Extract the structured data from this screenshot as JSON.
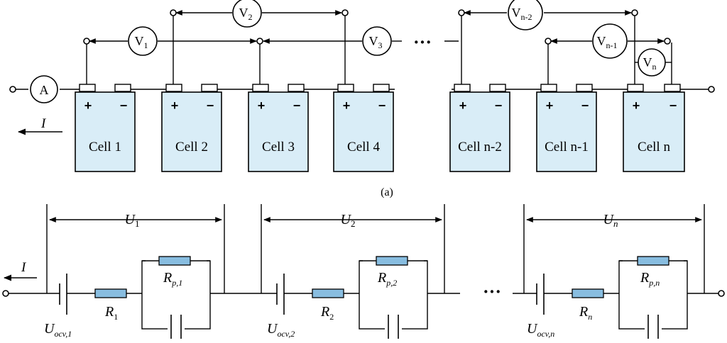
{
  "top": {
    "cells": [
      "Cell 1",
      "Cell 2",
      "Cell 3",
      "Cell 4",
      "Cell n-2",
      "Cell n-1",
      "Cell n"
    ],
    "plus": "+",
    "minus": "−",
    "ammeter": "A",
    "current": "I",
    "dots": "···",
    "voltmeters": [
      {
        "base": "V",
        "sub": "1"
      },
      {
        "base": "V",
        "sub": "2"
      },
      {
        "base": "V",
        "sub": "3"
      },
      {
        "base": "V",
        "sub": "n-2"
      },
      {
        "base": "V",
        "sub": "n-1"
      },
      {
        "base": "V",
        "sub": "n"
      }
    ],
    "caption": "(a)"
  },
  "bottom": {
    "current": "I",
    "dots": "···",
    "stages": [
      {
        "u": "U",
        "u_sub": "1",
        "ocv": "U",
        "ocv_sub": "ocv,1",
        "r": "R",
        "r_sub": "1",
        "rp": "R",
        "rp_sub": "p,1"
      },
      {
        "u": "U",
        "u_sub": "2",
        "ocv": "U",
        "ocv_sub": "ocv,2",
        "r": "R",
        "r_sub": "2",
        "rp": "R",
        "rp_sub": "p,2"
      },
      {
        "u": "U",
        "u_sub": "n",
        "ocv": "U",
        "ocv_sub": "ocv,n",
        "r": "R",
        "r_sub": "n",
        "rp": "R",
        "rp_sub": "p,n"
      }
    ]
  },
  "colors": {
    "cell_fill": "#d9edf7",
    "resistor_fill": "#88bde0",
    "line": "#000000"
  }
}
